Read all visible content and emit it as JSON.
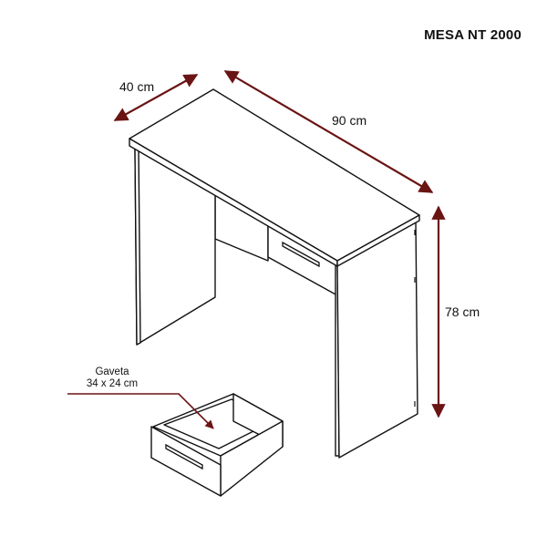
{
  "title": "MESA NT 2000",
  "dimensions": {
    "depth": "40 cm",
    "width": "90 cm",
    "height": "78 cm"
  },
  "drawer": {
    "name": "Gaveta",
    "size": "34 x 24 cm"
  },
  "colors": {
    "arrow": "#6b1414",
    "line": "#111111",
    "fill": "#ffffff"
  }
}
